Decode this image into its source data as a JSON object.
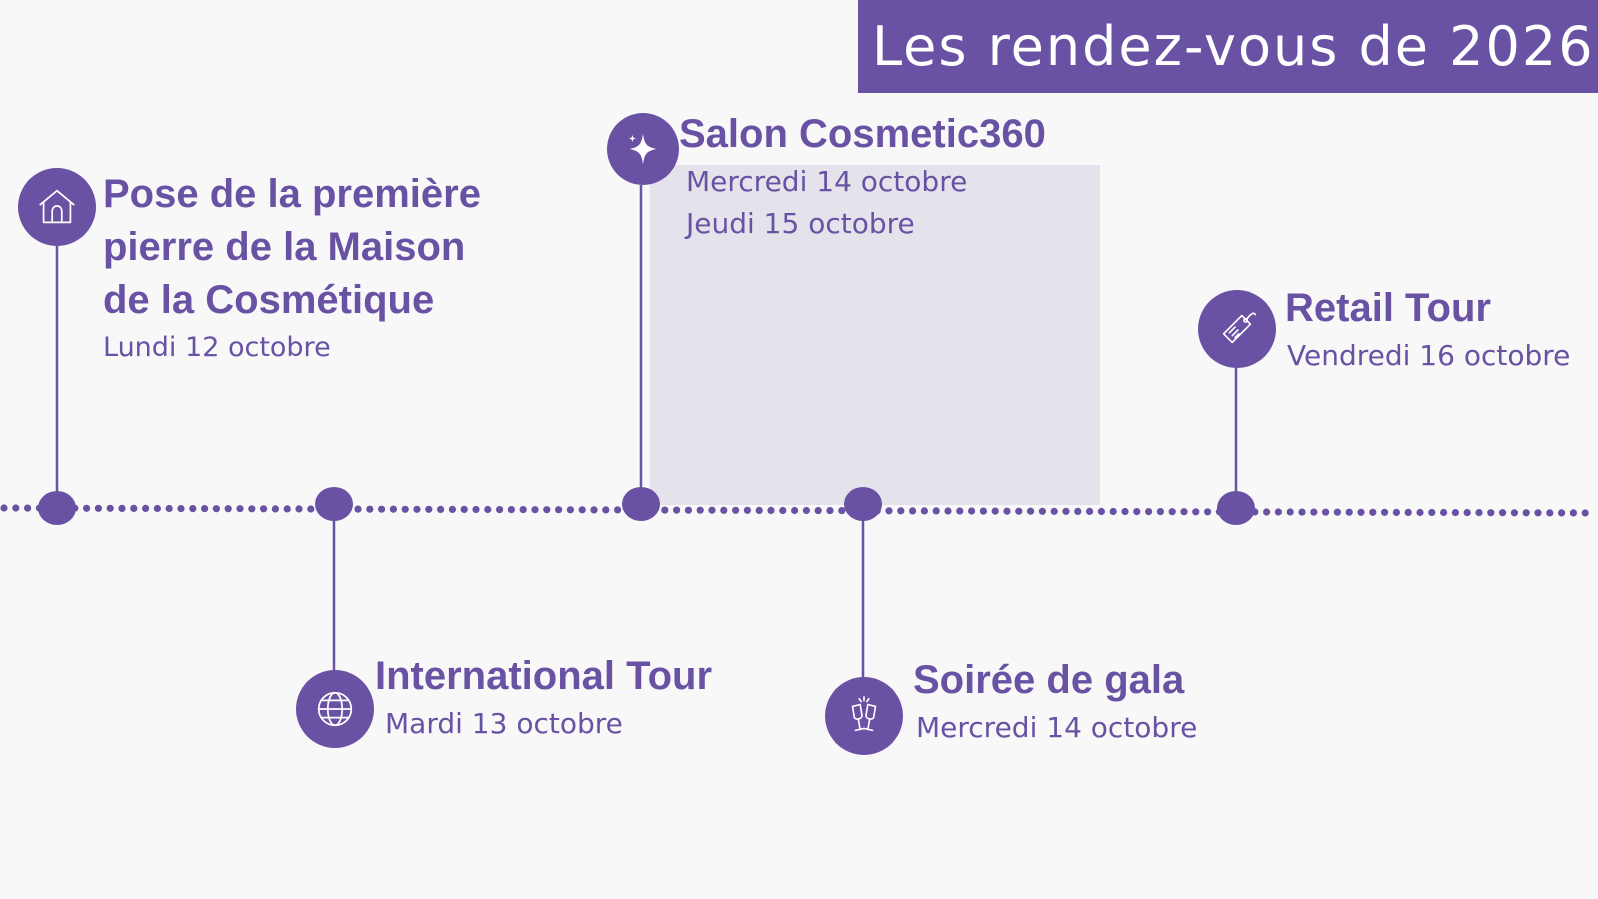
{
  "title": "Les rendez-vous de 2026",
  "colors": {
    "accent": "#6952a3",
    "background": "#f8f8f8",
    "highlight": "#e4e3ec"
  },
  "events": [
    {
      "title_lines": [
        "Pose de la première",
        "pierre de la Maison",
        "de la Cosmétique"
      ],
      "dates": [
        "Lundi 12 octobre"
      ],
      "icon": "house-icon",
      "position": "above"
    },
    {
      "title_lines": [
        "International Tour"
      ],
      "dates": [
        "Mardi 13 octobre"
      ],
      "icon": "globe-icon",
      "position": "below"
    },
    {
      "title_lines": [
        "Salon Cosmetic360"
      ],
      "dates": [
        "Mercredi 14 octobre",
        "Jeudi 15 octobre"
      ],
      "icon": "sparkle-icon",
      "position": "above"
    },
    {
      "title_lines": [
        "Soirée de gala"
      ],
      "dates": [
        "Mercredi 14 octobre"
      ],
      "icon": "champagne-glasses-icon",
      "position": "below"
    },
    {
      "title_lines": [
        "Retail Tour"
      ],
      "dates": [
        "Vendredi 16 octobre"
      ],
      "icon": "price-tag-icon",
      "position": "above"
    }
  ]
}
